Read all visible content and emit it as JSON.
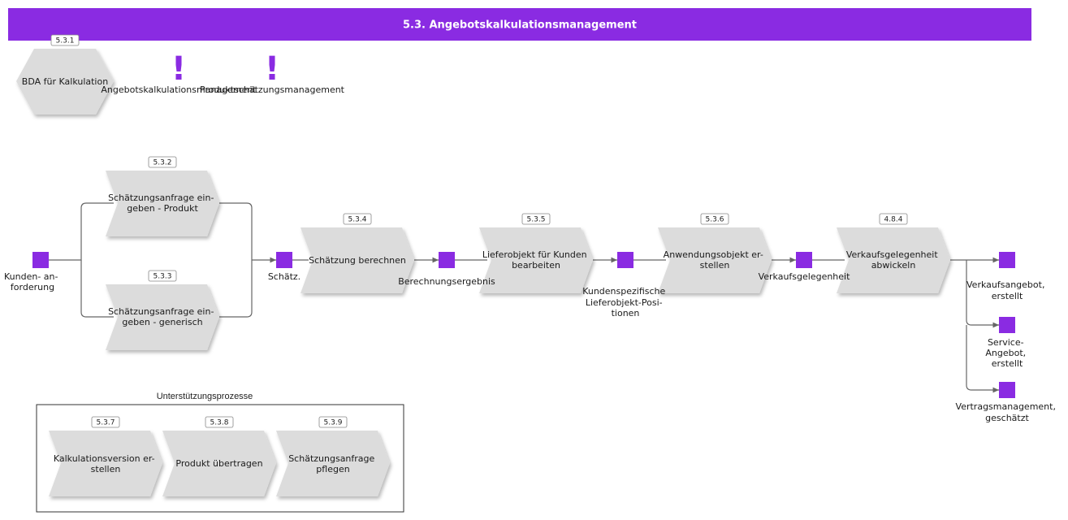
{
  "title": "5.3. Angebotskalkulationsmanagement",
  "colors": {
    "header": "#8a2be2",
    "event": "#8a2be2",
    "process": "#dcdcdc",
    "line": "#666666"
  },
  "top": {
    "bda": {
      "badge": "5.3.1",
      "label": "BDA für Kalkulation"
    },
    "link1": {
      "label": "Angebotskalkulationsmanagement",
      "icon": "exclamation-icon"
    },
    "link2": {
      "label": "Produktschätzungsmanagement",
      "icon": "exclamation-icon"
    }
  },
  "processes": {
    "p532": {
      "badge": "5.3.2",
      "lines": [
        "Schätzungsanfrage ein-",
        "geben - Produkt"
      ]
    },
    "p533": {
      "badge": "5.3.3",
      "lines": [
        "Schätzungsanfrage ein-",
        "geben - generisch"
      ]
    },
    "p534": {
      "badge": "5.3.4",
      "lines": [
        "Schätzung berechnen"
      ]
    },
    "p535": {
      "badge": "5.3.5",
      "lines": [
        "Lieferobjekt für Kunden",
        "bearbeiten"
      ]
    },
    "p536": {
      "badge": "5.3.6",
      "lines": [
        "Anwendungsobjekt er-",
        "stellen"
      ]
    },
    "p484": {
      "badge": "4.8.4",
      "lines": [
        "Verkaufsgelegenheit",
        "abwickeln"
      ]
    }
  },
  "events": {
    "e1": {
      "lines": [
        "Kunden- an-",
        "forderung"
      ]
    },
    "e2": {
      "lines": [
        "Schätz."
      ]
    },
    "e3": {
      "lines": [
        "Berechnungsergebnis"
      ]
    },
    "e4": {
      "lines": [
        "Kundenspezifische",
        "Lieferobjekt-Posi-",
        "tionen"
      ]
    },
    "e5": {
      "lines": [
        "Verkaufsgelegenheit"
      ]
    },
    "e6": {
      "lines": [
        "Verkaufsangebot,",
        "erstellt"
      ]
    },
    "e7": {
      "lines": [
        "Service-",
        "Angebot,",
        "erstellt"
      ]
    },
    "e8": {
      "lines": [
        "Vertragsmanagement,",
        "geschätzt"
      ]
    }
  },
  "support": {
    "title": "Unterstützungsprozesse",
    "items": [
      {
        "badge": "5.3.7",
        "lines": [
          "Kalkulationsversion er-",
          "stellen"
        ]
      },
      {
        "badge": "5.3.8",
        "lines": [
          "Produkt übertragen"
        ]
      },
      {
        "badge": "5.3.9",
        "lines": [
          "Schätzungsanfrage",
          "pflegen"
        ]
      }
    ]
  }
}
